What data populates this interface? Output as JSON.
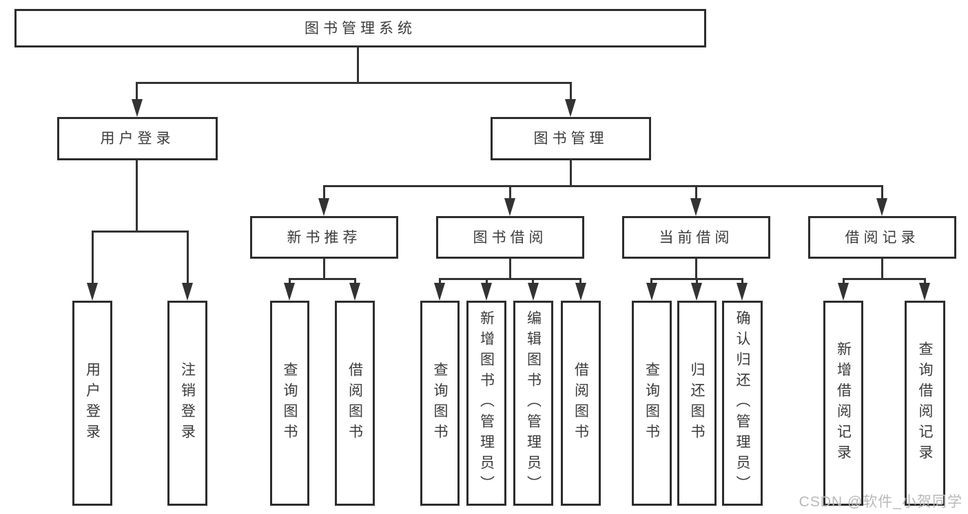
{
  "diagram": {
    "type": "hierarchy-tree",
    "title": "图书管理系统",
    "nodes": {
      "root": "图书管理系统",
      "user_login": "用户登录",
      "book_mgmt": "图书管理",
      "new_books": "新书推荐",
      "book_borrow": "图书借阅",
      "current_borrow": "当前借阅",
      "borrow_records": "借阅记录",
      "leaf_user_login": "用户登录",
      "leaf_logout": "注销登录",
      "leaf_nb_query": "查询图书",
      "leaf_nb_borrow": "借阅图书",
      "leaf_bb_query": "查询图书",
      "leaf_bb_add": "新增图书（管理员）",
      "leaf_bb_edit": "编辑图书（管理员）",
      "leaf_bb_borrow": "借阅图书",
      "leaf_cb_query": "查询图书",
      "leaf_cb_return": "归还图书",
      "leaf_cb_confirm": "确认归还（管理员）",
      "leaf_br_add": "新增借阅记录",
      "leaf_br_query": "查询借阅记录"
    },
    "edges": [
      {
        "from": "图书管理系统",
        "to": [
          "用户登录",
          "图书管理"
        ]
      },
      {
        "from": "用户登录",
        "to": [
          "用户登录",
          "注销登录"
        ]
      },
      {
        "from": "图书管理",
        "to": [
          "新书推荐",
          "图书借阅",
          "当前借阅",
          "借阅记录"
        ]
      },
      {
        "from": "新书推荐",
        "to": [
          "查询图书",
          "借阅图书"
        ]
      },
      {
        "from": "图书借阅",
        "to": [
          "查询图书",
          "新增图书（管理员）",
          "编辑图书（管理员）",
          "借阅图书"
        ]
      },
      {
        "from": "当前借阅",
        "to": [
          "查询图书",
          "归还图书",
          "确认归还（管理员）"
        ]
      },
      {
        "from": "借阅记录",
        "to": [
          "新增借阅记录",
          "查询借阅记录"
        ]
      }
    ],
    "colors": {
      "line": "#333333",
      "border": "#2d2d2d",
      "text": "#3b3b3b",
      "watermark": "#b9b9b9",
      "background": "#ffffff"
    },
    "watermark": "CSDN @软件_小贺同学"
  }
}
